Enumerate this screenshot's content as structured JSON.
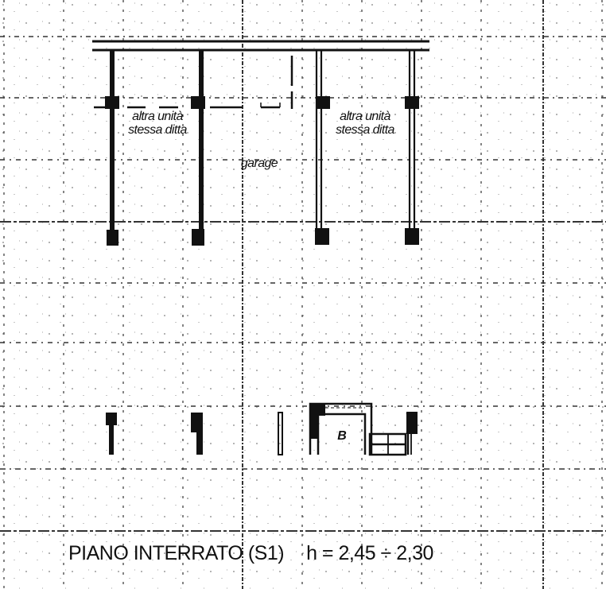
{
  "plan": {
    "rooms": [
      {
        "id": "unit-left",
        "line1": "altra unità",
        "line2": "stessa ditta"
      },
      {
        "id": "garage",
        "line1": "garage"
      },
      {
        "id": "unit-right",
        "line1": "altra unità",
        "line2": "stessa ditta"
      },
      {
        "id": "room-b",
        "line1": "B"
      }
    ],
    "caption": {
      "floor_name": "PIANO INTERRATO (S1)",
      "height": "h = 2,45 ÷ 2,30"
    },
    "colors": {
      "ink": "#111111",
      "grid": "#444444",
      "paper": "#ffffff"
    }
  }
}
